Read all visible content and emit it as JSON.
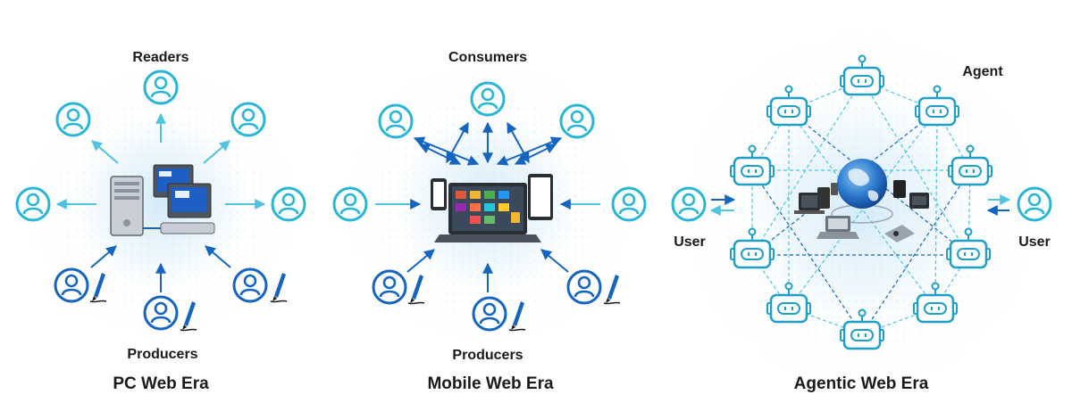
{
  "panels": [
    {
      "caption": "PC Web Era",
      "top_label": "Readers",
      "bottom_label": "Producers"
    },
    {
      "caption": "Mobile Web Era",
      "top_label": "Consumers",
      "bottom_label": "Producers"
    },
    {
      "caption": "Agentic Web Era",
      "agent_label": "Agent",
      "left_user_label": "User",
      "right_user_label": "User"
    }
  ],
  "colors": {
    "consumer": "#29b6d6",
    "producer": "#1565c0",
    "agent": "#1e9fc7",
    "arrow_light": "#4fc3e0",
    "arrow_dark": "#1565c0",
    "globe": "#1e63b8"
  },
  "icons": {
    "person": "person-icon",
    "pen": "pen-icon",
    "robot": "robot-icon",
    "globe": "globe-icon",
    "computer": "computer-icon",
    "laptop": "laptop-icon"
  }
}
